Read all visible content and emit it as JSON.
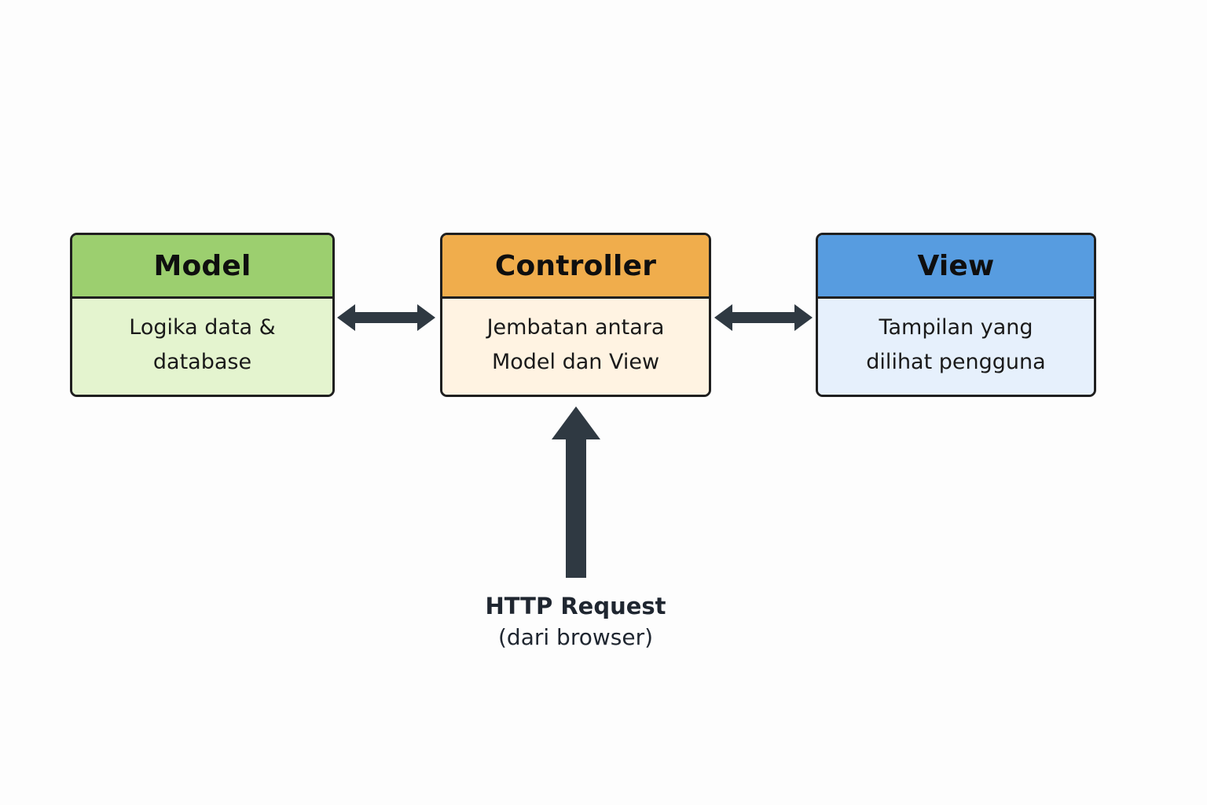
{
  "diagram": {
    "model": {
      "title": "Model",
      "lines": [
        "Logika data &",
        "database"
      ],
      "header_color": "#9ccf6f",
      "body_color": "#e4f4cf"
    },
    "controller": {
      "title": "Controller",
      "lines": [
        "Jembatan antara",
        "Model dan View"
      ],
      "header_color": "#f0ad4c",
      "body_color": "#fff3e2"
    },
    "view": {
      "title": "View",
      "lines": [
        "Tampilan yang",
        "dilihat pengguna"
      ],
      "header_color": "#579ce0",
      "body_color": "#e6f0fc"
    },
    "request": {
      "title": "HTTP Request",
      "subtitle": "(dari browser)"
    },
    "connections": [
      {
        "from": "model",
        "to": "controller",
        "direction": "both"
      },
      {
        "from": "controller",
        "to": "view",
        "direction": "both"
      },
      {
        "from": "request",
        "to": "controller",
        "direction": "forward"
      }
    ],
    "arrow_color": "#2f3942"
  }
}
